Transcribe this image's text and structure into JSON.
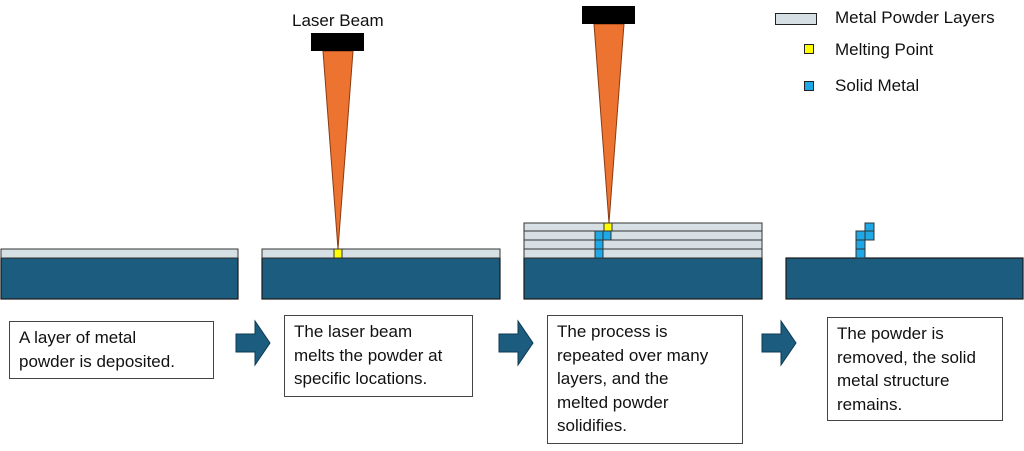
{
  "legend": {
    "powder": {
      "label": "Metal Powder Layers",
      "color": "#d6dfe3"
    },
    "melting": {
      "label": "Melting Point",
      "color": "#ffff00"
    },
    "solid": {
      "label": "Solid Metal",
      "color": "#1ea8e6"
    }
  },
  "laser_label": "Laser Beam",
  "colors": {
    "substrate": "#1b5c7f",
    "substrate_border": "#1a1a1a",
    "powder": "#d6dfe3",
    "head": "#000000",
    "beam": "#ed7330",
    "beam_edge": "#8a3a12",
    "arrow": "#1b5c7f",
    "melting": "#ffff00",
    "solid": "#1ea8e6"
  },
  "steps": [
    {
      "text": "A layer of metal\npowder is deposited."
    },
    {
      "text": "The laser beam\nmelts the powder at\nspecific locations."
    },
    {
      "text": "The process is\nrepeated over many\nlayers, and the\nmelted powder\nsolidifies."
    },
    {
      "text": "The powder is\nremoved, the solid\nmetal structure\nremains."
    }
  ]
}
